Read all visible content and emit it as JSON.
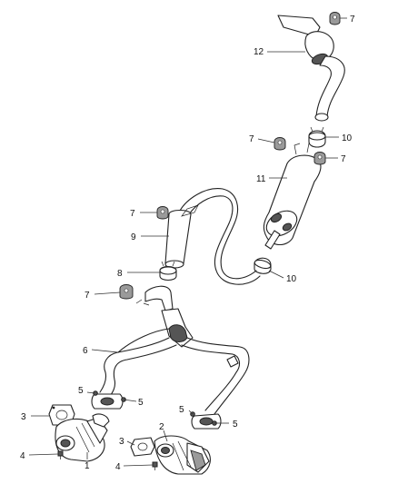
{
  "diagram": {
    "callouts": {
      "c1": "1",
      "c2": "2",
      "c3a": "3",
      "c3b": "3",
      "c4a": "4",
      "c4b": "4",
      "c5a": "5",
      "c5b": "5",
      "c5c": "5",
      "c5d": "5",
      "c6": "6",
      "c7a": "7",
      "c7b": "7",
      "c7c": "7",
      "c7d": "7",
      "c7e": "7",
      "c8": "8",
      "c9": "9",
      "c10a": "10",
      "c10b": "10",
      "c11": "11",
      "c12": "12"
    }
  }
}
